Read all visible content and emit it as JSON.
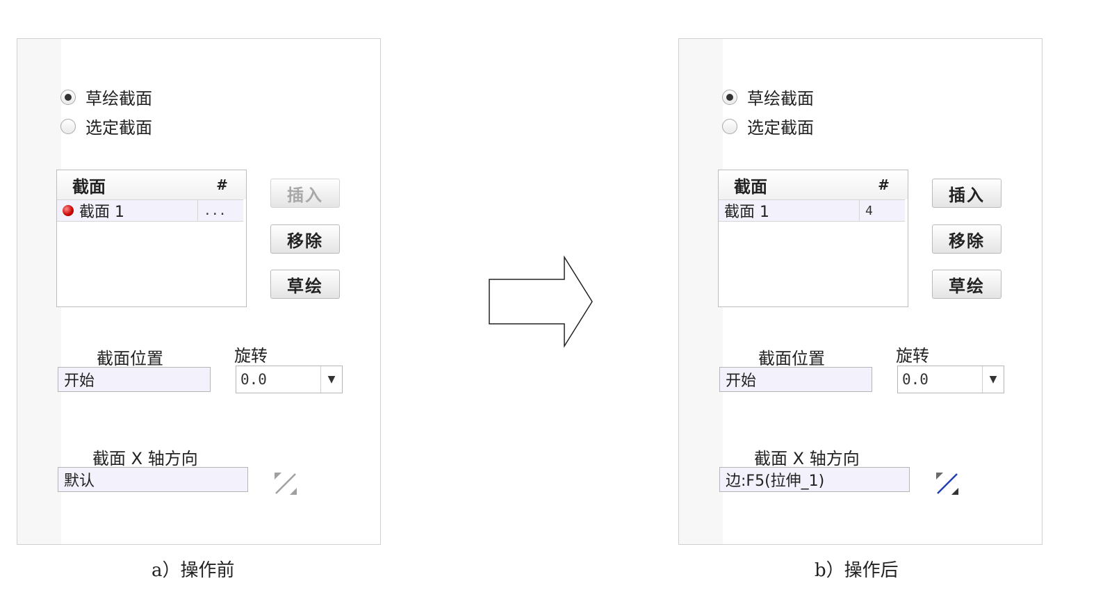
{
  "panels": [
    {
      "radio_options": [
        {
          "label": "草绘截面",
          "checked": true
        },
        {
          "label": "选定截面",
          "checked": false
        }
      ],
      "table": {
        "headers": [
          "截面",
          "#"
        ],
        "rows": [
          {
            "name": "截面 1",
            "count": "...",
            "status_icon": "red-dot-icon"
          }
        ]
      },
      "buttons": {
        "insert": "插入",
        "remove": "移除",
        "sketch": "草绘",
        "insert_enabled": false
      },
      "position_label": "截面位置",
      "position_value": "开始",
      "rotation_label": "旋转",
      "rotation_value": "0.0",
      "x_axis_label": "截面 X 轴方向",
      "x_axis_value": "默认",
      "flip_icon": "flip-direction-icon",
      "flip_enabled": false,
      "caption": "a）操作前"
    },
    {
      "radio_options": [
        {
          "label": "草绘截面",
          "checked": true
        },
        {
          "label": "选定截面",
          "checked": false
        }
      ],
      "table": {
        "headers": [
          "截面",
          "#"
        ],
        "rows": [
          {
            "name": "截面 1",
            "count": "4"
          }
        ]
      },
      "buttons": {
        "insert": "插入",
        "remove": "移除",
        "sketch": "草绘",
        "insert_enabled": true
      },
      "position_label": "截面位置",
      "position_value": "开始",
      "rotation_label": "旋转",
      "rotation_value": "0.0",
      "x_axis_label": "截面 X 轴方向",
      "x_axis_value": "边:F5(拉伸_1)",
      "flip_icon": "flip-direction-icon",
      "flip_enabled": true,
      "caption": "b）操作后"
    }
  ],
  "colors": {
    "field_bg": "#f3f1fb",
    "flip_active": "#1f3fb0",
    "flip_disabled": "#9a9a9a",
    "status_dot": "#c80000"
  }
}
